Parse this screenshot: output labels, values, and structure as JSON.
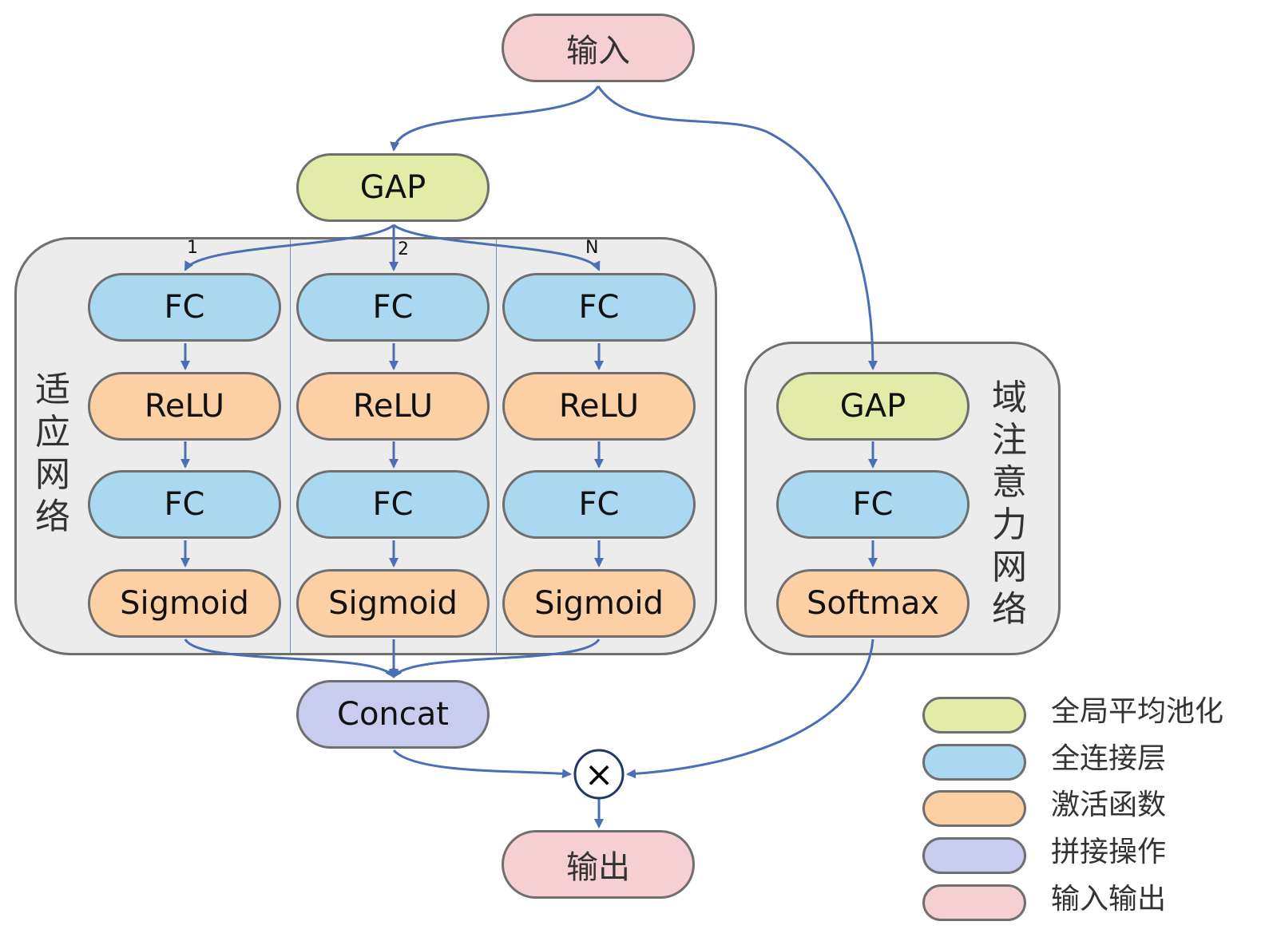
{
  "colors": {
    "gap": "#e3eba9",
    "fc": "#a9d8f0",
    "activation": "#fcd0a4",
    "concat": "#c8cdf0",
    "io": "#f6cfd3",
    "arrow": "#4a6fb5",
    "group_bg": "#ececec"
  },
  "nodes": {
    "input": "输入",
    "output": "输出",
    "gap_top": "GAP",
    "concat": "Concat",
    "multiply_symbol": "×"
  },
  "adaptation_network": {
    "label": "适应网络",
    "branch_labels": [
      "1",
      "2",
      "N"
    ],
    "branches": [
      {
        "layers": [
          "FC",
          "ReLU",
          "FC",
          "Sigmoid"
        ]
      },
      {
        "layers": [
          "FC",
          "ReLU",
          "FC",
          "Sigmoid"
        ]
      },
      {
        "layers": [
          "FC",
          "ReLU",
          "FC",
          "Sigmoid"
        ]
      }
    ]
  },
  "domain_attention_network": {
    "label": "域注意力网络",
    "layers": [
      "GAP",
      "FC",
      "Softmax"
    ]
  },
  "legend": [
    {
      "label": "全局平均池化",
      "color": "#e3eba9"
    },
    {
      "label": "全连接层",
      "color": "#a9d8f0"
    },
    {
      "label": "激活函数",
      "color": "#fcd0a4"
    },
    {
      "label": "拼接操作",
      "color": "#c8cdf0"
    },
    {
      "label": "输入输出",
      "color": "#f6cfd3"
    }
  ]
}
